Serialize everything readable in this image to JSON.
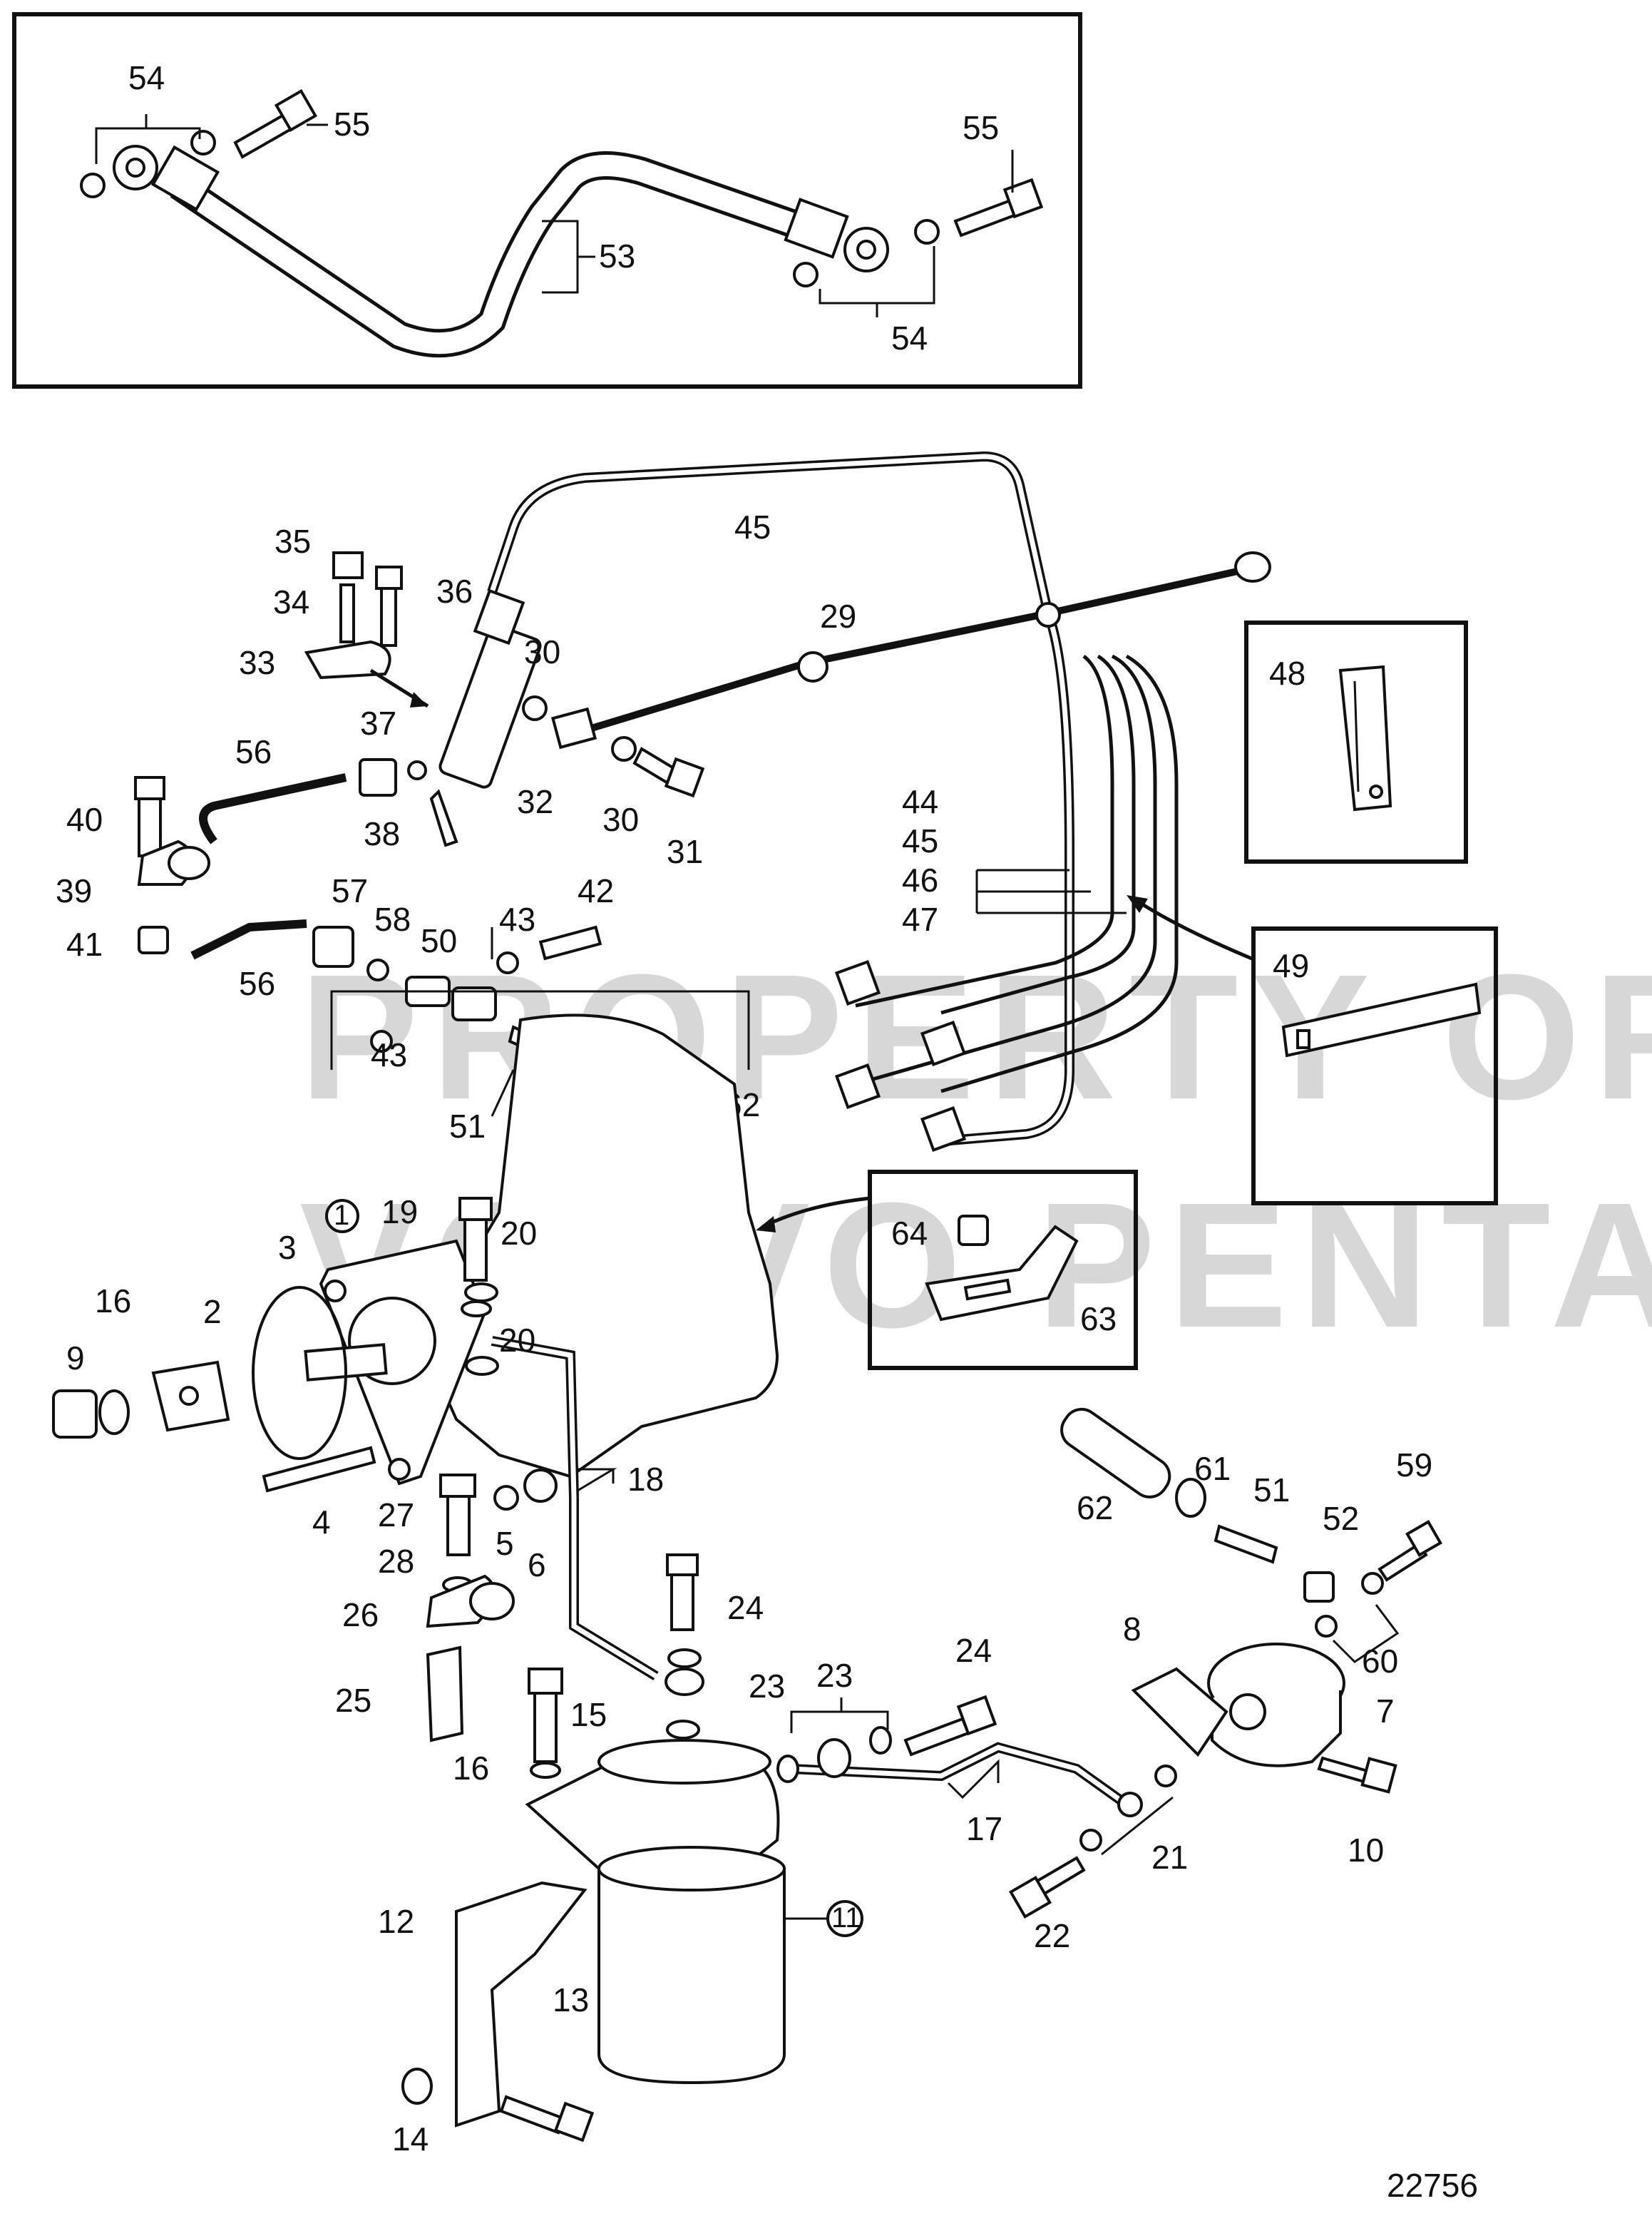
{
  "labels": {
    "inset_top": [
      "54",
      "55",
      "53",
      "55",
      "54"
    ],
    "upper": [
      "45",
      "35",
      "36",
      "34",
      "29",
      "30",
      "33",
      "37",
      "30",
      "56",
      "32",
      "38",
      "31",
      "40",
      "39",
      "41",
      "56",
      "57",
      "58",
      "50",
      "43",
      "42",
      "43",
      "51",
      "61",
      "62",
      "44",
      "45",
      "46",
      "47"
    ],
    "inset_48": "48",
    "inset_49": "49",
    "inset_63": [
      "64",
      "63"
    ],
    "lower": [
      "19",
      "20",
      "1",
      "20",
      "3",
      "16",
      "2",
      "9",
      "4",
      "27",
      "5",
      "6",
      "18",
      "28",
      "26",
      "25",
      "24",
      "23",
      "15",
      "16",
      "12",
      "11",
      "13",
      "14",
      "23",
      "24",
      "17",
      "22",
      "21",
      "62",
      "61",
      "51",
      "52",
      "59",
      "8",
      "7",
      "60",
      "10"
    ]
  },
  "watermark": {
    "line1": "PROPERTY OF",
    "line2": "VOLVO PENTA"
  },
  "reference_number": "22756"
}
